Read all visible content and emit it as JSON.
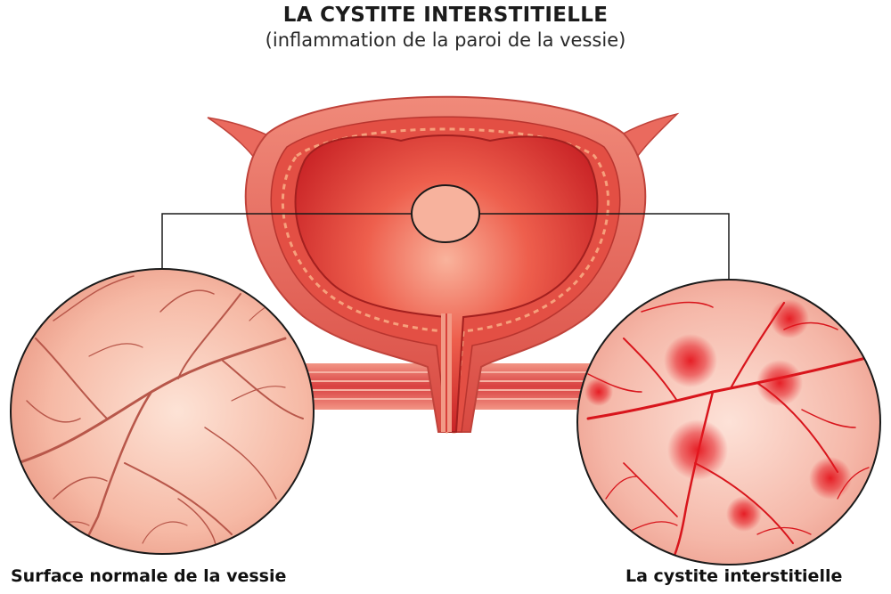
{
  "header": {
    "title": "LA CYSTITE INTERSTITIELLE",
    "subtitle": "(inflammation de la paroi de la vessie)"
  },
  "captions": {
    "normal": "Surface normale de la vessie",
    "inflamed": "La cystite interstitielle"
  },
  "colors": {
    "bladder_outer": "#e5655a",
    "bladder_inner": "#d6322c",
    "healthy_tissue": "#f5b7a3",
    "healthy_vessel": "#b8574a",
    "inflamed_vessel": "#d8151c",
    "lesion": "#e5161e"
  }
}
